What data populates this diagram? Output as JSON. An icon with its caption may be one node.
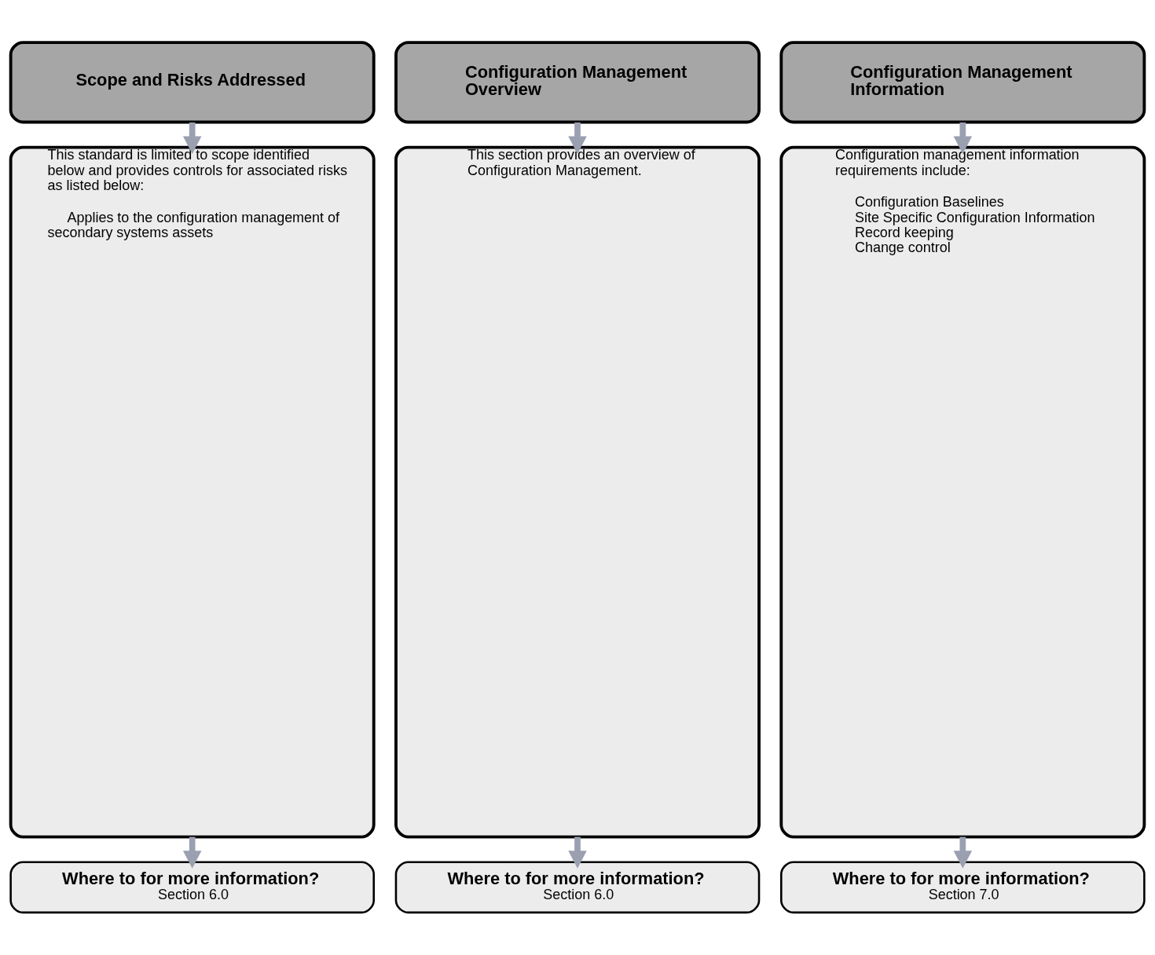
{
  "diagram": {
    "nodes": [
      {
        "text": [
          "Scope and Risks Addressed"
        ]
      },
      {
        "text": [
          "Configuration Management Overview"
        ]
      },
      {
        "text": [
          "Configuration Management Information"
        ]
      },
      {
        "text": [
          "This standard is limited to scope identified below and provides controls for associated risks as listed below:",
          "Applies to the configuration management of secondary systems assets"
        ]
      },
      {
        "text": [
          "This section provides an overview of Configuration Management."
        ]
      },
      {
        "text": [
          "Configuration management information requirements include:",
          "Configuration Baselines",
          "Site Specific Configuration Information",
          "Record keeping",
          "Change control"
        ]
      },
      {
        "text": [
          "Where to for more information?",
          "Section 6.0"
        ]
      },
      {
        "text": [
          "Where to for more information?",
          "Section 6.0"
        ]
      },
      {
        "text": [
          "Where to for more information?",
          "Section 7.0"
        ]
      }
    ],
    "edges": [
      {
        "from": 0,
        "to": 3,
        "arrow": "to"
      },
      {
        "from": 1,
        "to": 4,
        "arrow": "to"
      },
      {
        "from": 2,
        "to": 5,
        "arrow": "to"
      },
      {
        "from": 3,
        "to": 6,
        "arrow": "to"
      },
      {
        "from": 4,
        "to": 7,
        "arrow": "to"
      },
      {
        "from": 5,
        "to": 8,
        "arrow": "to"
      }
    ]
  }
}
